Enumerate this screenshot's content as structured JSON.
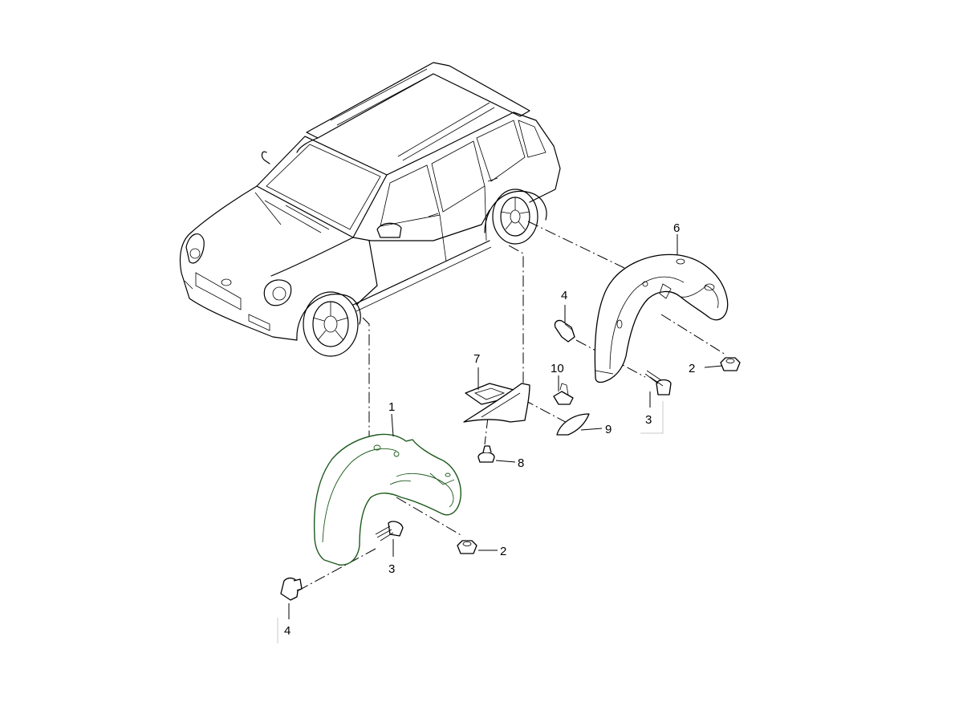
{
  "callouts": [
    {
      "id": "c1",
      "text": "1"
    },
    {
      "id": "c2a",
      "text": "2"
    },
    {
      "id": "c2b",
      "text": "2"
    },
    {
      "id": "c3a",
      "text": "3"
    },
    {
      "id": "c3b",
      "text": "3"
    },
    {
      "id": "c4a",
      "text": "4"
    },
    {
      "id": "c4b",
      "text": "4"
    },
    {
      "id": "c6",
      "text": "6"
    },
    {
      "id": "c7",
      "text": "7"
    },
    {
      "id": "c8",
      "text": "8"
    },
    {
      "id": "c9",
      "text": "9"
    },
    {
      "id": "c10",
      "text": "10"
    }
  ]
}
